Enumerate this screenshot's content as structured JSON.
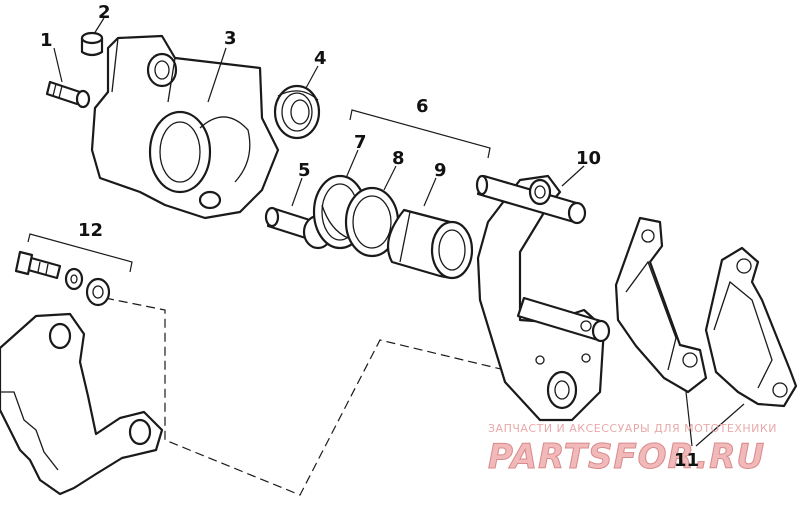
{
  "diagram": {
    "callouts": {
      "c1": "1",
      "c2": "2",
      "c3": "3",
      "c4": "4",
      "c5": "5",
      "c6": "6",
      "c7": "7",
      "c8": "8",
      "c9": "9",
      "c10": "10",
      "c11": "11",
      "c12": "12"
    },
    "watermark": {
      "tagline": "ЗАПЧАСТИ И АКСЕССУАРЫ ДЛЯ МОТОТЕХНИКИ",
      "brand": "PARTSFOR.RU",
      "color": "#f1b9b9"
    }
  }
}
